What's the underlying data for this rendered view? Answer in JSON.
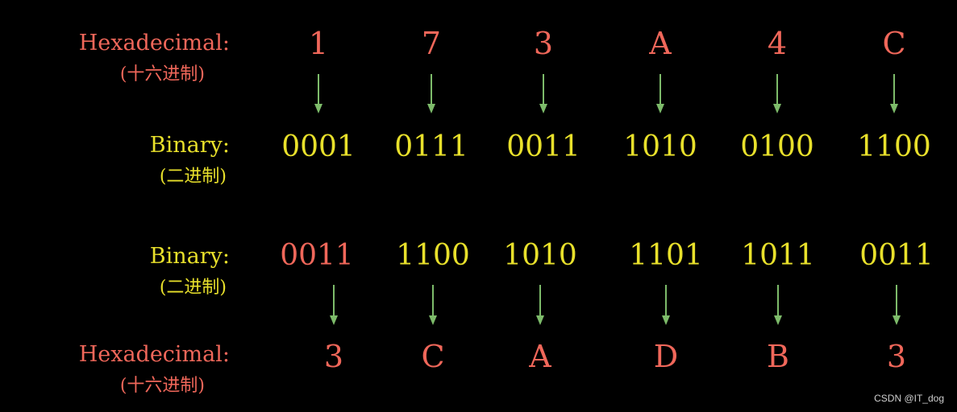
{
  "colors": {
    "background": "#000000",
    "hex": "#f0675a",
    "binary": "#e8e02b",
    "arrow": "#7dbb6a"
  },
  "section1": {
    "hex_label": "Hexadecimal:",
    "hex_sublabel": "(十六进制)",
    "bin_label": "Binary:",
    "bin_sublabel": "(二进制)",
    "hex_digits": [
      "1",
      "7",
      "3",
      "A",
      "4",
      "C"
    ],
    "binary_groups": [
      "0001",
      "0111",
      "0011",
      "1010",
      "0100",
      "1100"
    ]
  },
  "section2": {
    "bin_label": "Binary:",
    "bin_sublabel": "(二进制)",
    "hex_label": "Hexadecimal:",
    "hex_sublabel": "(十六进制)",
    "binary_groups": [
      "0011",
      "1100",
      "1010",
      "1101",
      "1011",
      "0011"
    ],
    "highlighted_group_index": 0,
    "hex_digits": [
      "3",
      "C",
      "A",
      "D",
      "B",
      "3"
    ]
  },
  "watermark": "CSDN @IT_dog"
}
